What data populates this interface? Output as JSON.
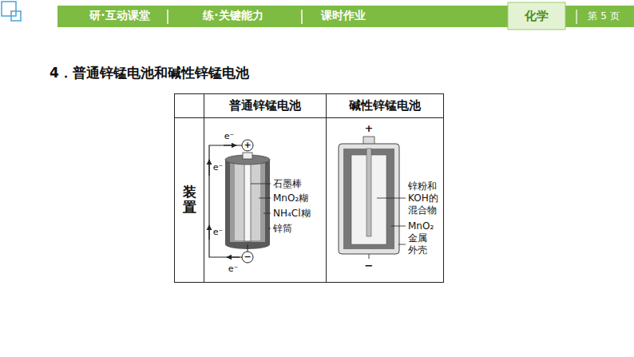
{
  "diagram": {
    "title": "4．普通锌锰电池和碱性锌锰电池",
    "labels": [
      "研·互动课堂",
      "练·关键能力",
      "课时作业",
      "化学",
      "第 5 页",
      "普通锌锰电池",
      "碱性锌锰电池",
      "装置",
      "e⁻",
      "+",
      "e⁻",
      "石墨棒",
      "MnO₂糊",
      "NH₄Cl糊",
      "e⁻",
      "锌筒",
      "−",
      "e⁻",
      "+",
      "锌粉和KOH的混合物",
      "MnO₂",
      "金属外壳",
      "−"
    ]
  }
}
